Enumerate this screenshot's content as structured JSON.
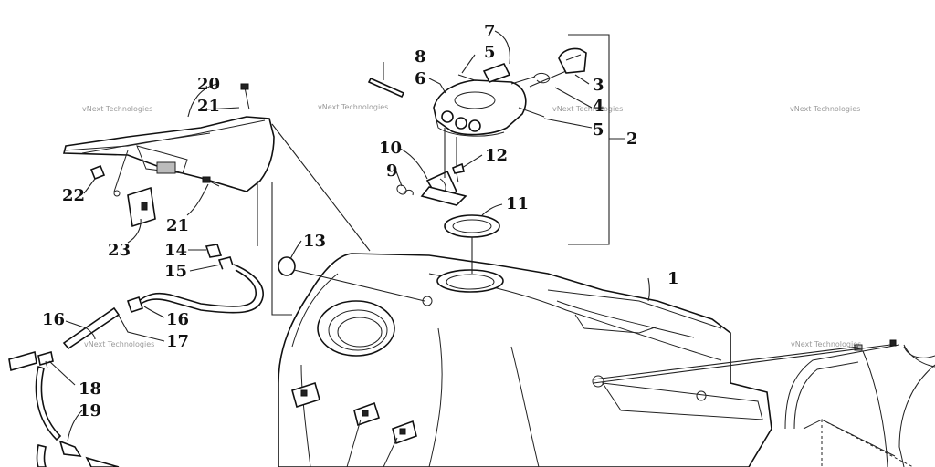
{
  "watermark": "vNext Technologies",
  "callouts": [
    "1",
    "2",
    "3",
    "4",
    "5",
    "5",
    "6",
    "7",
    "8",
    "9",
    "10",
    "11",
    "12",
    "13",
    "14",
    "15",
    "16",
    "16",
    "17",
    "18",
    "19",
    "20",
    "21",
    "21",
    "22",
    "23"
  ]
}
